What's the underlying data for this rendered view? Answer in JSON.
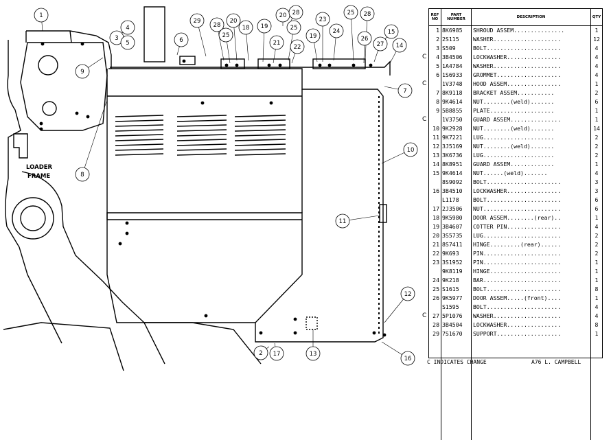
{
  "drawing": {
    "labels": {
      "loader": "LOADER",
      "frame": "FRAME"
    },
    "callouts": [
      "1",
      "4",
      "3",
      "5",
      "9",
      "6",
      "29",
      "28",
      "25",
      "20",
      "18",
      "19",
      "20",
      "28",
      "21",
      "22",
      "25",
      "23",
      "19",
      "24",
      "25",
      "28",
      "26",
      "27",
      "15",
      "14",
      "7",
      "10",
      "11",
      "12",
      "8",
      "2",
      "17",
      "13",
      "16"
    ]
  },
  "table": {
    "headers": {
      "ref": "REF NO",
      "part": "PART NUMBER",
      "desc": "DESCRIPTION",
      "qty": "QTY"
    },
    "rows": [
      {
        "ref": "1",
        "part": "8K6985",
        "desc": "SHROUD ASSEM...............",
        "qty": "1",
        "chg": ""
      },
      {
        "ref": "2",
        "part": "2S115",
        "desc": "WASHER....................",
        "qty": "12",
        "chg": ""
      },
      {
        "ref": "3",
        "part": "S509",
        "desc": "BOLT......................",
        "qty": "4",
        "chg": ""
      },
      {
        "ref": "4",
        "part": "3B4506",
        "desc": "LOCKWASHER................",
        "qty": "4",
        "chg": "C"
      },
      {
        "ref": "5",
        "part": "1A4784",
        "desc": "WASHER....................",
        "qty": "4",
        "chg": ""
      },
      {
        "ref": "6",
        "part": "1S6933",
        "desc": "GROMMET...................",
        "qty": "4",
        "chg": ""
      },
      {
        "ref": "",
        "part": "1V3748",
        "desc": "HOOD ASSEM................",
        "qty": "1",
        "chg": "C"
      },
      {
        "ref": "7",
        "part": "8K9118",
        "desc": "  BRACKET ASSEM...........",
        "qty": "2",
        "chg": ""
      },
      {
        "ref": "8",
        "part": "9K4614",
        "desc": "  NUT........(weld).......",
        "qty": "6",
        "chg": ""
      },
      {
        "ref": "9",
        "part": "5B8855",
        "desc": "  PLATE...................",
        "qty": "1",
        "chg": ""
      },
      {
        "ref": "",
        "part": "1V3750",
        "desc": "GUARD ASSEM...............",
        "qty": "1",
        "chg": "C"
      },
      {
        "ref": "10",
        "part": "9K2928",
        "desc": "  NUT........(weld).......",
        "qty": "14",
        "chg": ""
      },
      {
        "ref": "11",
        "part": "9K7221",
        "desc": "  LUG.....................",
        "qty": "2",
        "chg": ""
      },
      {
        "ref": "12",
        "part": "3J5169",
        "desc": "  NUT........(weld).......",
        "qty": "2",
        "chg": ""
      },
      {
        "ref": "13",
        "part": "3K6736",
        "desc": "  LUG.....................",
        "qty": "2",
        "chg": ""
      },
      {
        "ref": "14",
        "part": "8K8951",
        "desc": "  GUARD ASSEM.............",
        "qty": "1",
        "chg": ""
      },
      {
        "ref": "15",
        "part": "9K4614",
        "desc": "    NUT......(weld).......",
        "qty": "4",
        "chg": ""
      },
      {
        "ref": "",
        "part": "8S9092",
        "desc": "BOLT......................",
        "qty": "3",
        "chg": ""
      },
      {
        "ref": "16",
        "part": "3B4510",
        "desc": "LOCKWASHER................",
        "qty": "3",
        "chg": ""
      },
      {
        "ref": "",
        "part": "L1178",
        "desc": "BOLT......................",
        "qty": "6",
        "chg": ""
      },
      {
        "ref": "17",
        "part": "2J3506",
        "desc": "NUT.......................",
        "qty": "6",
        "chg": ""
      },
      {
        "ref": "18",
        "part": "9K5980",
        "desc": "DOOR ASSEM........(rear)..",
        "qty": "1",
        "chg": ""
      },
      {
        "ref": "19",
        "part": "3B4607",
        "desc": "COTTER PIN................",
        "qty": "4",
        "chg": ""
      },
      {
        "ref": "20",
        "part": "3S5735",
        "desc": "LUG.......................",
        "qty": "2",
        "chg": ""
      },
      {
        "ref": "21",
        "part": "8S7411",
        "desc": "HINGE.........(rear)......",
        "qty": "2",
        "chg": ""
      },
      {
        "ref": "22",
        "part": "9K693",
        "desc": "PIN.......................",
        "qty": "2",
        "chg": ""
      },
      {
        "ref": "23",
        "part": "3S1952",
        "desc": "PIN.......................",
        "qty": "1",
        "chg": ""
      },
      {
        "ref": "",
        "part": "9K8119",
        "desc": "HINGE.....................",
        "qty": "1",
        "chg": ""
      },
      {
        "ref": "24",
        "part": "9K218",
        "desc": "BAR.......................",
        "qty": "1",
        "chg": ""
      },
      {
        "ref": "25",
        "part": "S1615",
        "desc": "BOLT......................",
        "qty": "8",
        "chg": ""
      },
      {
        "ref": "26",
        "part": "9K5977",
        "desc": "DOOR ASSEM.....(front)....",
        "qty": "1",
        "chg": ""
      },
      {
        "ref": "",
        "part": "S1595",
        "desc": "BOLT......................",
        "qty": "4",
        "chg": ""
      },
      {
        "ref": "27",
        "part": "5P1076",
        "desc": "WASHER....................",
        "qty": "4",
        "chg": "C"
      },
      {
        "ref": "28",
        "part": "3B4504",
        "desc": "LOCKWASHER................",
        "qty": "8",
        "chg": ""
      },
      {
        "ref": "29",
        "part": "7S1670",
        "desc": "SUPPORT...................",
        "qty": "1",
        "chg": ""
      }
    ],
    "footer_note": "C INDICATES CHANGE",
    "footer_sign": "A76   L. CAMPBELL"
  }
}
